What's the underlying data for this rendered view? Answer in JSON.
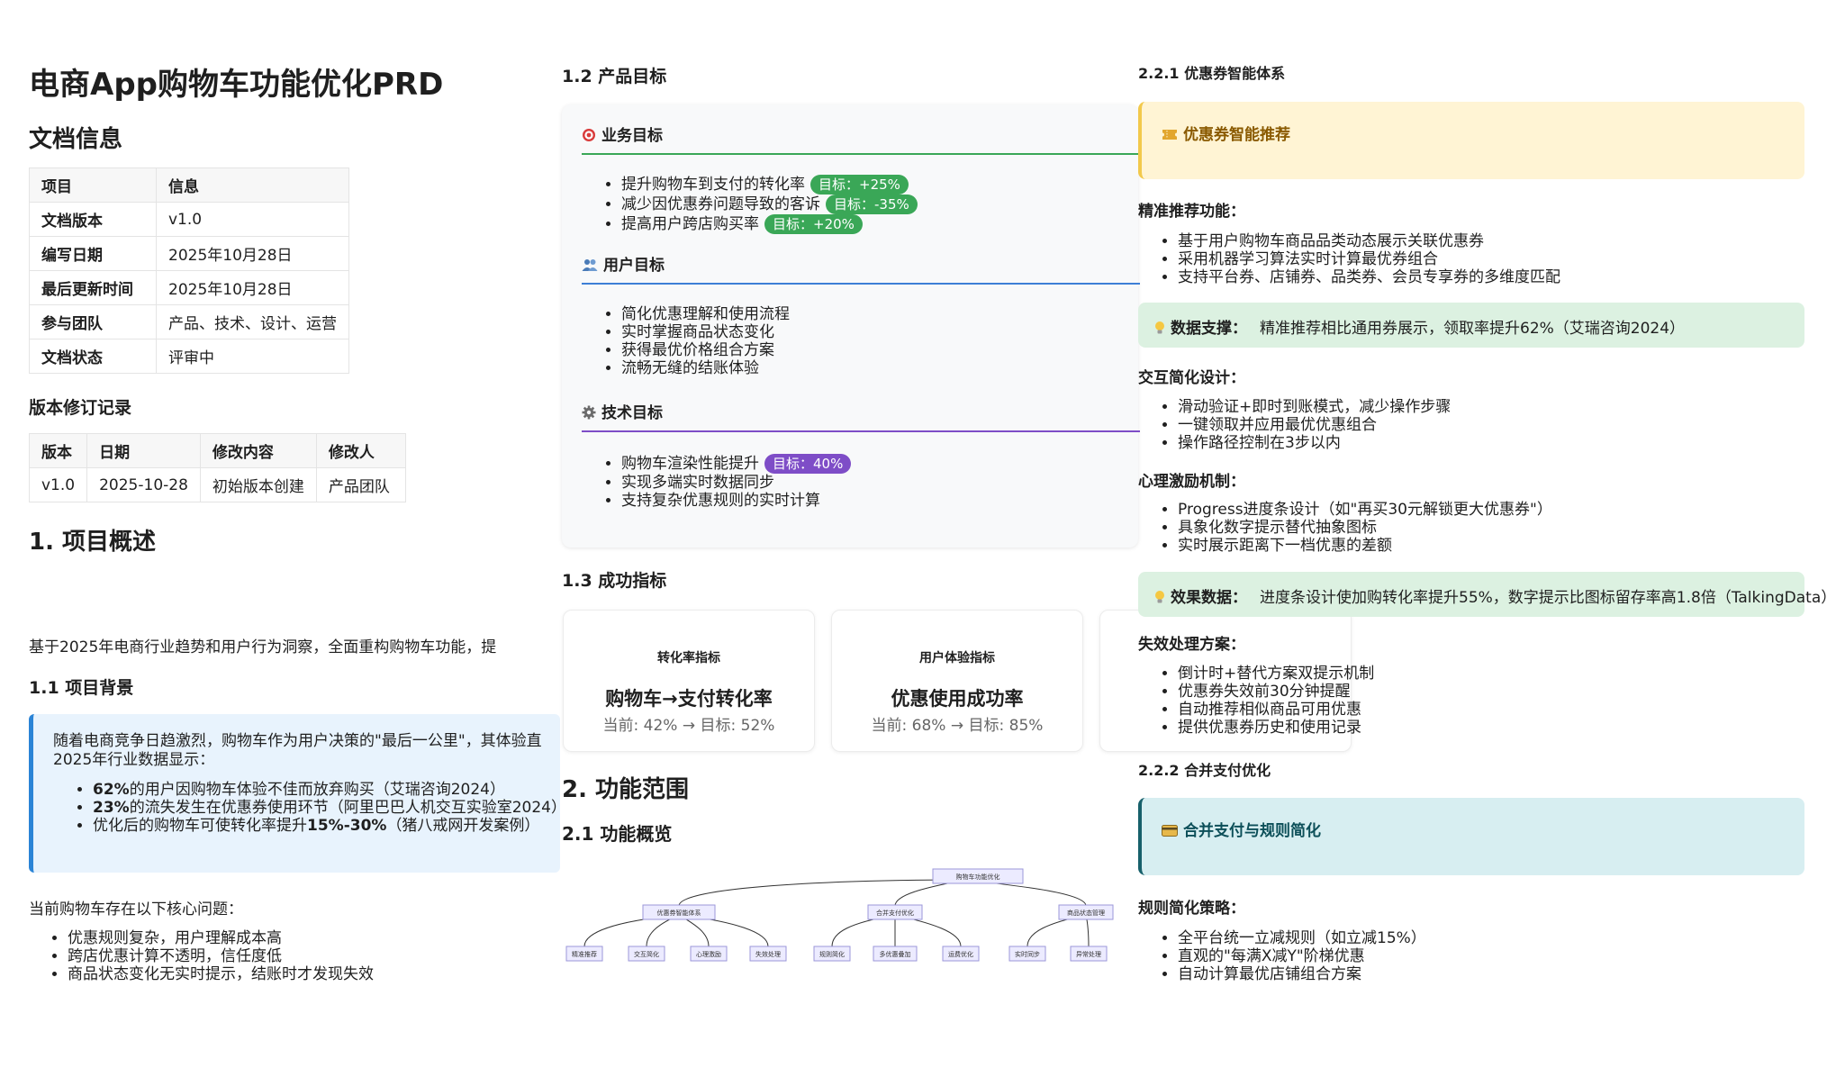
{
  "doc": {
    "title": "电商App购物车功能优化PRD",
    "info_heading": "文档信息",
    "info_table": {
      "headers": [
        "项目",
        "信息"
      ],
      "rows": [
        [
          "文档版本",
          "v1.0"
        ],
        [
          "编写日期",
          "2025年10月28日"
        ],
        [
          "最后更新时间",
          "2025年10月28日"
        ],
        [
          "参与团队",
          "产品、技术、设计、运营"
        ],
        [
          "文档状态",
          "评审中"
        ]
      ]
    },
    "revision_heading": "版本修订记录",
    "revision_table": {
      "headers": [
        "版本",
        "日期",
        "修改内容",
        "修改人"
      ],
      "rows": [
        [
          "v1.0",
          "2025-10-28",
          "初始版本创建",
          "产品团队"
        ]
      ]
    },
    "overview_heading": "1. 项目概述",
    "overview_text": "基于2025年电商行业趋势和用户行为洞察，全面重构购物车功能，提",
    "background_heading": "1.1 项目背景",
    "background_callout": {
      "line1": "随着电商竞争日趋激烈，购物车作为用户决策的\"最后一公里\"，其体验直",
      "line2": "2025年行业数据显示：",
      "bullets": [
        {
          "strong": "62%",
          "rest": "的用户因购物车体验不佳而放弃购买（艾瑞咨询2024）"
        },
        {
          "strong": "23%",
          "rest": "的流失发生在优惠券使用环节（阿里巴巴人机交互实验室2024）"
        },
        {
          "pre": "优化后的购物车可使转化率提升",
          "strong": "15%-30%",
          "rest": "（猪八戒网开发案例）"
        }
      ]
    },
    "problems_intro": "当前购物车存在以下核心问题：",
    "problems": [
      "优惠规则复杂，用户理解成本高",
      "跨店优惠计算不透明，信任度低",
      "商品状态变化无实时提示，结账时才发现失效"
    ]
  },
  "goals": {
    "heading": "1.2 产品目标",
    "business": {
      "icon": "target-icon",
      "title": "业务目标",
      "color": "#3aa757",
      "items": [
        {
          "text": "提升购物车到支付的转化率",
          "badge": "目标：+25%"
        },
        {
          "text": "减少因优惠券问题导致的客诉",
          "badge": "目标：-35%"
        },
        {
          "text": "提高用户跨店购买率",
          "badge": "目标：+20%"
        }
      ]
    },
    "user": {
      "icon": "users-icon",
      "title": "用户目标",
      "color": "#3d7fd6",
      "items": [
        "简化优惠理解和使用流程",
        "实时掌握商品状态变化",
        "获得最优价格组合方案",
        "流畅无缝的结账体验"
      ]
    },
    "tech": {
      "icon": "gear-icon",
      "title": "技术目标",
      "color": "#7e4dc7",
      "items": [
        {
          "text": "购物车渲染性能提升",
          "badge": "目标：40%"
        },
        {
          "text": "实现多端实时数据同步"
        },
        {
          "text": "支持复杂优惠规则的实时计算"
        }
      ]
    }
  },
  "metrics": {
    "heading": "1.3 成功指标",
    "cards": [
      {
        "label": "转化率指标",
        "name": "购物车→支付转化率",
        "current": "当前: 42% → 目标: 52%"
      },
      {
        "label": "用户体验指标",
        "name": "优惠使用成功率",
        "current": "当前: 68% → 目标: 85%"
      }
    ]
  },
  "scope": {
    "heading": "2. 功能范围",
    "overview_heading": "2.1 功能概览",
    "mindmap": {
      "root": "购物车功能优化",
      "branches": [
        {
          "label": "优惠券智能体系",
          "children": [
            "精准推荐",
            "交互简化",
            "心理激励",
            "失效处理"
          ]
        },
        {
          "label": "合并支付优化",
          "children": [
            "规则简化",
            "多优惠叠加",
            "运费优化"
          ]
        },
        {
          "label": "商品状态管理",
          "children": [
            "实时同步",
            "异常处理"
          ]
        }
      ]
    }
  },
  "coupon": {
    "heading": "2.2.1 优惠券智能体系",
    "box_icon": "ticket-icon",
    "box_title": "优惠券智能推荐",
    "precise": {
      "title": "精准推荐功能：",
      "items": [
        "基于用户购物车商品品类动态展示关联优惠券",
        "采用机器学习算法实时计算最优券组合",
        "支持平台券、店铺券、品类券、会员专享券的多维度匹配"
      ]
    },
    "note1": {
      "icon": "bulb-icon",
      "label": "数据支撑：",
      "text": "精准推荐相比通用券展示，领取率提升62%（艾瑞咨询2024）"
    },
    "interaction": {
      "title": "交互简化设计：",
      "items": [
        "滑动验证+即时到账模式，减少操作步骤",
        "一键领取并应用最优优惠组合",
        "操作路径控制在3步以内"
      ]
    },
    "psych": {
      "title": "心理激励机制：",
      "items": [
        "Progress进度条设计（如\"再买30元解锁更大优惠券\"）",
        "具象化数字提示替代抽象图标",
        "实时展示距离下一档优惠的差额"
      ]
    },
    "note2": {
      "icon": "bulb-icon",
      "label": "效果数据：",
      "text": "进度条设计使加购转化率提升55%，数字提示比图标留存率高1.8倍（TalkingData）"
    },
    "expire": {
      "title": "失效处理方案：",
      "items": [
        "倒计时+替代方案双提示机制",
        "优惠券失效前30分钟提醒",
        "自动推荐相似商品可用优惠",
        "提供优惠券历史和使用记录"
      ]
    }
  },
  "payment": {
    "heading": "2.2.2 合并支付优化",
    "box_icon": "card-icon",
    "box_title": "合并支付与规则简化",
    "rules": {
      "title": "规则简化策略：",
      "items": [
        "全平台统一立减规则（如立减15%）",
        "直观的\"每满X减Y\"阶梯优惠",
        "自动计算最优店铺组合方案"
      ]
    }
  }
}
